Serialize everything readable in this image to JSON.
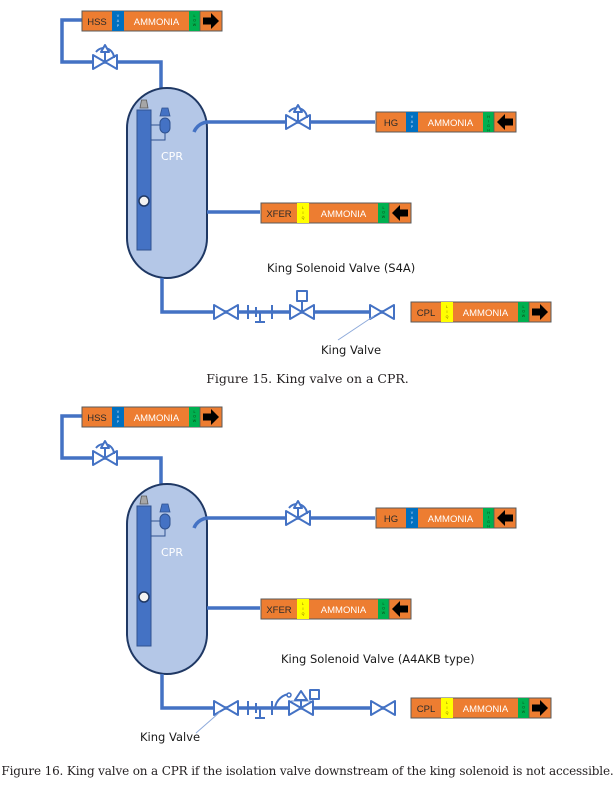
{
  "figures": [
    {
      "id": "figure-15",
      "caption": "Figure 15. King valve on a CPR.",
      "vessel_label": "CPR",
      "solenoid_label": "King Solenoid Valve (S4A)",
      "king_valve_label": "King Valve",
      "tags": [
        {
          "name": "HSS",
          "state": "VAP",
          "fluid": "AMMONIA",
          "pressure": "LOW",
          "direction": "right",
          "state_color": "#0070c0"
        },
        {
          "name": "HG",
          "state": "VAP",
          "fluid": "AMMONIA",
          "pressure": "HIGH",
          "direction": "left",
          "state_color": "#0070c0"
        },
        {
          "name": "XFER",
          "state": "LIQ",
          "fluid": "AMMONIA",
          "pressure": "LOW",
          "direction": "left",
          "state_color": "#ffff00"
        },
        {
          "name": "CPL",
          "state": "LIQ",
          "fluid": "AMMONIA",
          "pressure": "LOW",
          "direction": "right",
          "state_color": "#ffff00"
        }
      ]
    },
    {
      "id": "figure-16",
      "caption": "Figure 16. King valve on a CPR if the isolation valve downstream of the king solenoid is not accessible.",
      "vessel_label": "CPR",
      "solenoid_label": "King Solenoid Valve (A4AKB type)",
      "king_valve_label": "King Valve",
      "tags": [
        {
          "name": "HSS",
          "state": "VAP",
          "fluid": "AMMONIA",
          "pressure": "LOW",
          "direction": "right",
          "state_color": "#0070c0"
        },
        {
          "name": "HG",
          "state": "VAP",
          "fluid": "AMMONIA",
          "pressure": "HIGH",
          "direction": "left",
          "state_color": "#0070c0"
        },
        {
          "name": "XFER",
          "state": "LIQ",
          "fluid": "AMMONIA",
          "pressure": "LOW",
          "direction": "left",
          "state_color": "#ffff00"
        },
        {
          "name": "CPL",
          "state": "LIQ",
          "fluid": "AMMONIA",
          "pressure": "LOW",
          "direction": "right",
          "state_color": "#ffff00"
        }
      ]
    }
  ],
  "colors": {
    "pipe": "#4472c4",
    "vessel_fill": "#b4c7e7",
    "vessel_stroke": "#1f3864",
    "tag_body": "#ed7d31",
    "pressure_band": "#00b050",
    "level_column": "#4472c4"
  }
}
